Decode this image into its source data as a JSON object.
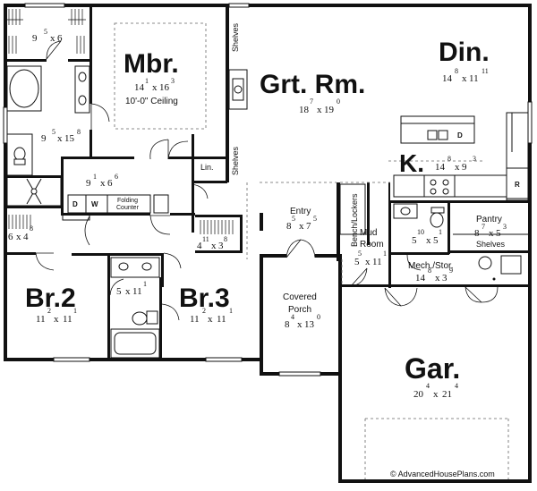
{
  "rooms": {
    "walkin_master": {
      "a": "9",
      "a_in": "5",
      "b": "6",
      "b_in": ""
    },
    "mbr": {
      "name": "Mbr.",
      "a": "14",
      "a_in": "1",
      "b": "16",
      "b_in": "3",
      "ceiling": "10'-0\" Ceiling"
    },
    "grt_rm": {
      "name": "Grt. Rm.",
      "a": "18",
      "a_in": "7",
      "b": "19",
      "b_in": "0"
    },
    "din": {
      "name": "Din.",
      "a": "14",
      "a_in": "8",
      "b": "11",
      "b_in": "11"
    },
    "master_bath": {
      "a": "9",
      "a_in": "5",
      "b": "15",
      "b_in": "8"
    },
    "laundry": {
      "a": "9",
      "a_in": "1",
      "b": "6",
      "b_in": "6",
      "d": "D",
      "w": "W",
      "counter_1": "Folding",
      "counter_2": "Counter"
    },
    "kitchen": {
      "name": "K.",
      "a": "14",
      "a_in": "8",
      "b": "9",
      "b_in": "3",
      "island_d": "D",
      "fridge": "R"
    },
    "lin": {
      "name": "Lin."
    },
    "closet_br2": {
      "a": "6",
      "a_in": "",
      "b": "4",
      "b_in": "8"
    },
    "hall_closet": {
      "a": "4",
      "a_in": "11",
      "b": "3",
      "b_in": "8"
    },
    "entry": {
      "name": "Entry",
      "a": "8",
      "a_in": "5",
      "b": "7",
      "b_in": "5"
    },
    "bench": {
      "name": "Bench/Lockers"
    },
    "mud": {
      "name1": "Mud",
      "name2": "Room",
      "a": "5",
      "a_in": "5",
      "b": "11",
      "b_in": "1"
    },
    "powder": {
      "a": "5",
      "a_in": "10",
      "b": "5",
      "b_in": "1"
    },
    "pantry": {
      "name": "Pantry",
      "a": "8",
      "a_in": "7",
      "b": "5",
      "b_in": "3",
      "shelves": "Shelves"
    },
    "br2": {
      "name": "Br.2",
      "a": "11",
      "a_in": "2",
      "b": "11",
      "b_in": "1"
    },
    "hall_bath": {
      "a": "5",
      "a_in": "",
      "b": "11",
      "b_in": "1"
    },
    "br3": {
      "name": "Br.3",
      "a": "11",
      "a_in": "2",
      "b": "11",
      "b_in": "1"
    },
    "porch": {
      "name1": "Covered",
      "name2": "Porch",
      "a": "8",
      "a_in": "4",
      "b": "13",
      "b_in": "0"
    },
    "mech": {
      "name": "Mech./Stor.",
      "a": "14",
      "a_in": "8",
      "b": "3",
      "b_in": "9"
    },
    "gar": {
      "name": "Gar.",
      "a": "20",
      "a_in": "4",
      "b": "21",
      "b_in": "4"
    }
  },
  "shelves_label": "Shelves",
  "copyright": "© AdvancedHousePlans.com"
}
